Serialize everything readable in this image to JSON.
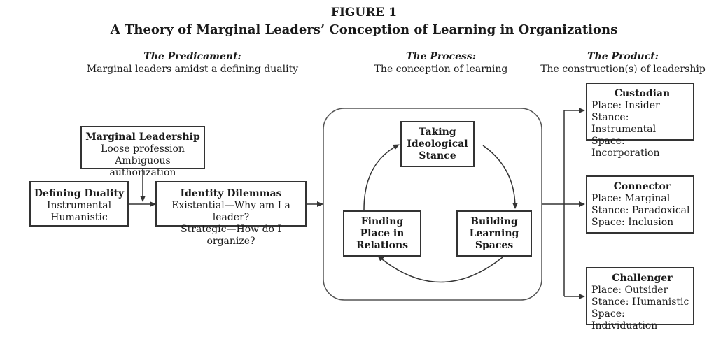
{
  "figure": {
    "label": "FIGURE 1",
    "title": "A Theory of Marginal Leaders’ Conception of Learning in Organizations"
  },
  "phases": {
    "predicament": {
      "heading": "The Predicament:",
      "subtitle": "Marginal leaders amidst a defining duality"
    },
    "process": {
      "heading": "The Process:",
      "subtitle": "The conception of learning"
    },
    "product": {
      "heading": "The Product:",
      "subtitle": "The construction(s) of leadership"
    }
  },
  "marginal_leadership": {
    "title": "Marginal Leadership",
    "line1": "Loose profession",
    "line2": "Ambiguous authorization"
  },
  "defining_duality": {
    "title": "Defining Duality",
    "line1": "Instrumental",
    "line2": "Humanistic"
  },
  "identity_dilemmas": {
    "title": "Identity Dilemmas",
    "line1": "Existential—Why am I a leader?",
    "line2": "Strategic—How do I organize?"
  },
  "cycle": {
    "taking_stance": {
      "line1": "Taking",
      "line2": "Ideological",
      "line3": "Stance"
    },
    "building_spaces": {
      "line1": "Building",
      "line2": "Learning",
      "line3": "Spaces"
    },
    "finding_place": {
      "line1": "Finding",
      "line2": "Place in",
      "line3": "Relations"
    }
  },
  "products": {
    "custodian": {
      "title": "Custodian",
      "place": "Place: Insider",
      "stance": "Stance: Instrumental",
      "space": "Space: Incorporation"
    },
    "connector": {
      "title": "Connector",
      "place": "Place: Marginal",
      "stance": "Stance: Paradoxical",
      "space": "Space: Inclusion"
    },
    "challenger": {
      "title": "Challenger",
      "place": "Place: Outsider",
      "stance": "Stance: Humanistic",
      "space": "Space: Individuation"
    }
  },
  "colors": {
    "stroke": "#333333",
    "text": "#1a1a1a",
    "background": "#ffffff"
  }
}
